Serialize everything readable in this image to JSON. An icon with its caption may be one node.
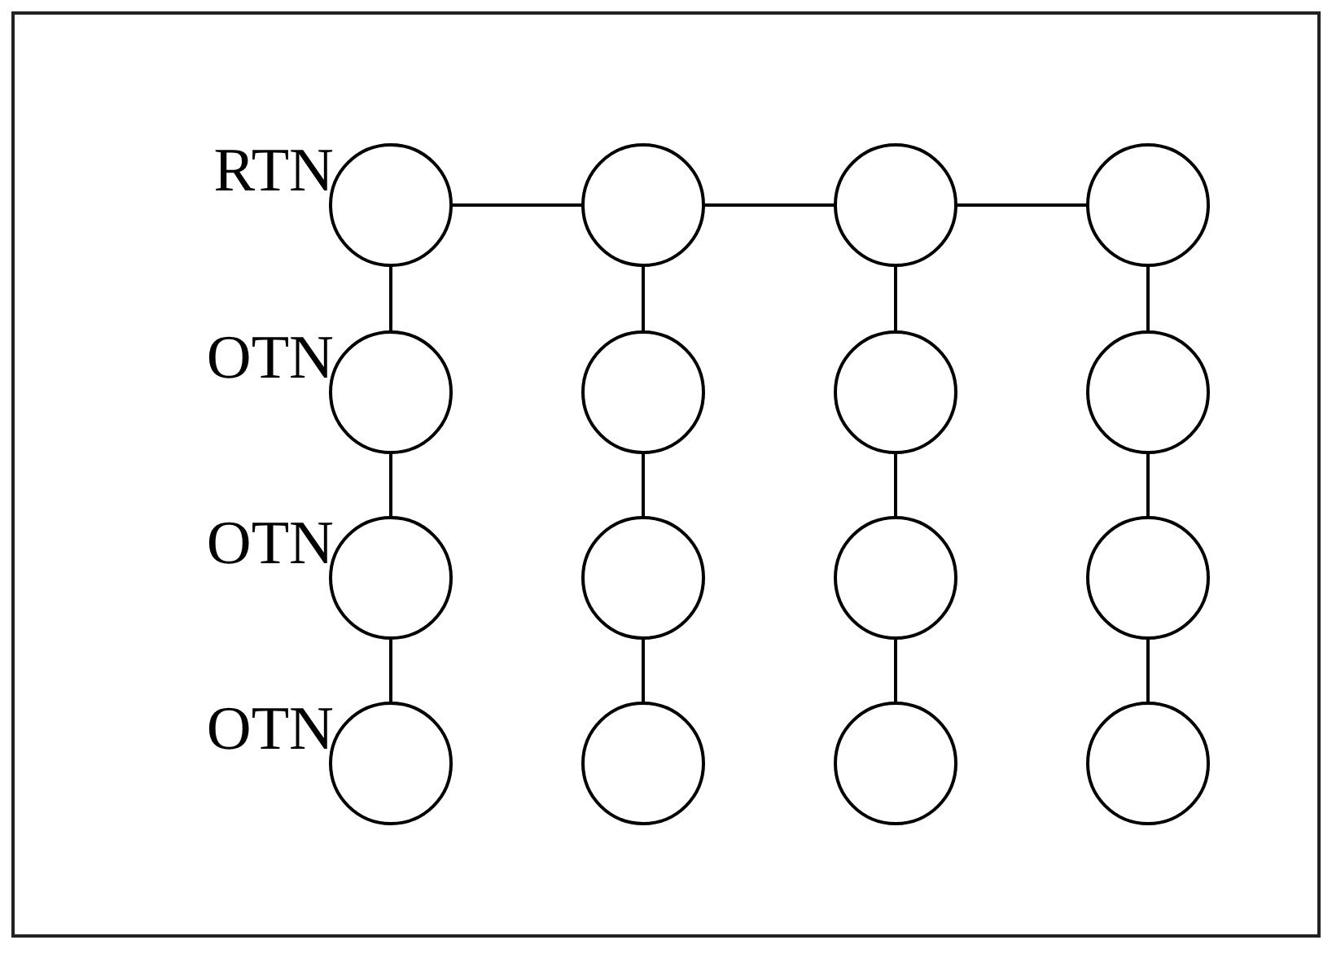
{
  "diagram": {
    "nodes": [
      {
        "text": [],
        "shape": "circle",
        "beside": [
          "RTN"
        ]
      },
      {
        "text": [],
        "shape": "circle"
      },
      {
        "text": [],
        "shape": "circle"
      },
      {
        "text": [],
        "shape": "circle"
      },
      {
        "text": [],
        "shape": "circle",
        "beside": [
          "OTN"
        ]
      },
      {
        "text": [],
        "shape": "circle"
      },
      {
        "text": [],
        "shape": "circle"
      },
      {
        "text": [],
        "shape": "circle"
      },
      {
        "text": [],
        "shape": "circle",
        "beside": [
          "OTN"
        ]
      },
      {
        "text": [],
        "shape": "circle"
      },
      {
        "text": [],
        "shape": "circle"
      },
      {
        "text": [],
        "shape": "circle"
      },
      {
        "text": [],
        "shape": "circle",
        "beside": [
          "OTN"
        ]
      },
      {
        "text": [],
        "shape": "circle"
      },
      {
        "text": [],
        "shape": "circle"
      },
      {
        "text": [],
        "shape": "circle"
      }
    ],
    "edges": [
      {
        "from": 0,
        "to": 1,
        "arrow": "none"
      },
      {
        "from": 1,
        "to": 2,
        "arrow": "none"
      },
      {
        "from": 2,
        "to": 3,
        "arrow": "none"
      },
      {
        "from": 0,
        "to": 4,
        "arrow": "none"
      },
      {
        "from": 4,
        "to": 8,
        "arrow": "none"
      },
      {
        "from": 8,
        "to": 12,
        "arrow": "none"
      },
      {
        "from": 1,
        "to": 5,
        "arrow": "none"
      },
      {
        "from": 5,
        "to": 9,
        "arrow": "none"
      },
      {
        "from": 9,
        "to": 13,
        "arrow": "none"
      },
      {
        "from": 2,
        "to": 6,
        "arrow": "none"
      },
      {
        "from": 6,
        "to": 10,
        "arrow": "none"
      },
      {
        "from": 10,
        "to": 14,
        "arrow": "none"
      },
      {
        "from": 3,
        "to": 7,
        "arrow": "none"
      },
      {
        "from": 7,
        "to": 11,
        "arrow": "none"
      },
      {
        "from": 11,
        "to": 15,
        "arrow": "none"
      }
    ]
  }
}
